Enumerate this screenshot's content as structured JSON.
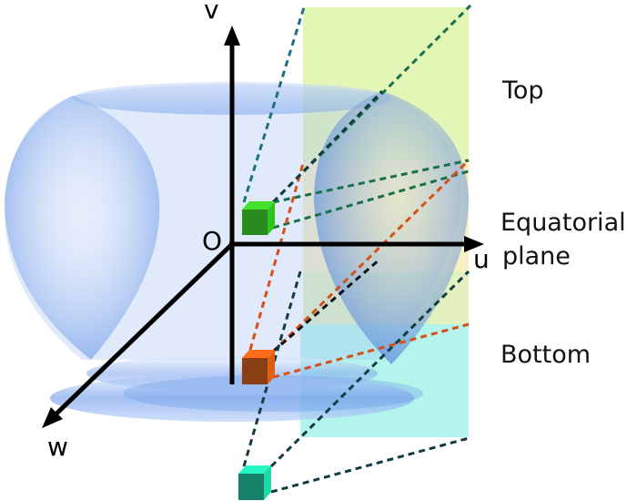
{
  "axes": {
    "v": "v",
    "u": "u",
    "w": "w",
    "origin": "O"
  },
  "regions": {
    "top": "Top",
    "equatorial_line1": "Equatorial",
    "equatorial_line2": "plane",
    "bottom": "Bottom"
  },
  "colors": {
    "top_plane": "#e4f6b6",
    "equatorial_plane": "#f8efc2",
    "bottom_plane": "#b3f4ec",
    "surface": "#8fb4f0",
    "cube_top": "#2a8c1e",
    "cube_equatorial": "#8a3f14",
    "cube_bottom": "#15836a",
    "line_green": "#17704a",
    "line_orange": "#d4511a",
    "line_dark": "#123c44"
  }
}
